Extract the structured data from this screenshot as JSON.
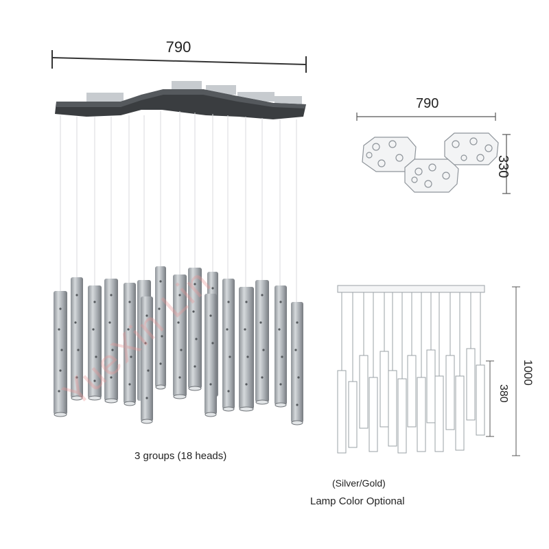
{
  "dimensions": {
    "top_width": "790",
    "plan_width": "790",
    "plan_depth": "330",
    "overall_height": "1000",
    "pendant_length": "380"
  },
  "caption": "3 groups (18 heads)",
  "lamp_color": {
    "line1": "(Silver/Gold)",
    "line2": "Lamp Color Optional"
  },
  "watermark": "YueXin Lin",
  "colors": {
    "canopy": "#3a3d40",
    "canopy_top": "#c9cdd0",
    "tube": "#a9aeb3",
    "tube_shadow": "#7d8186",
    "line_drawing": "#9aa0a6"
  }
}
